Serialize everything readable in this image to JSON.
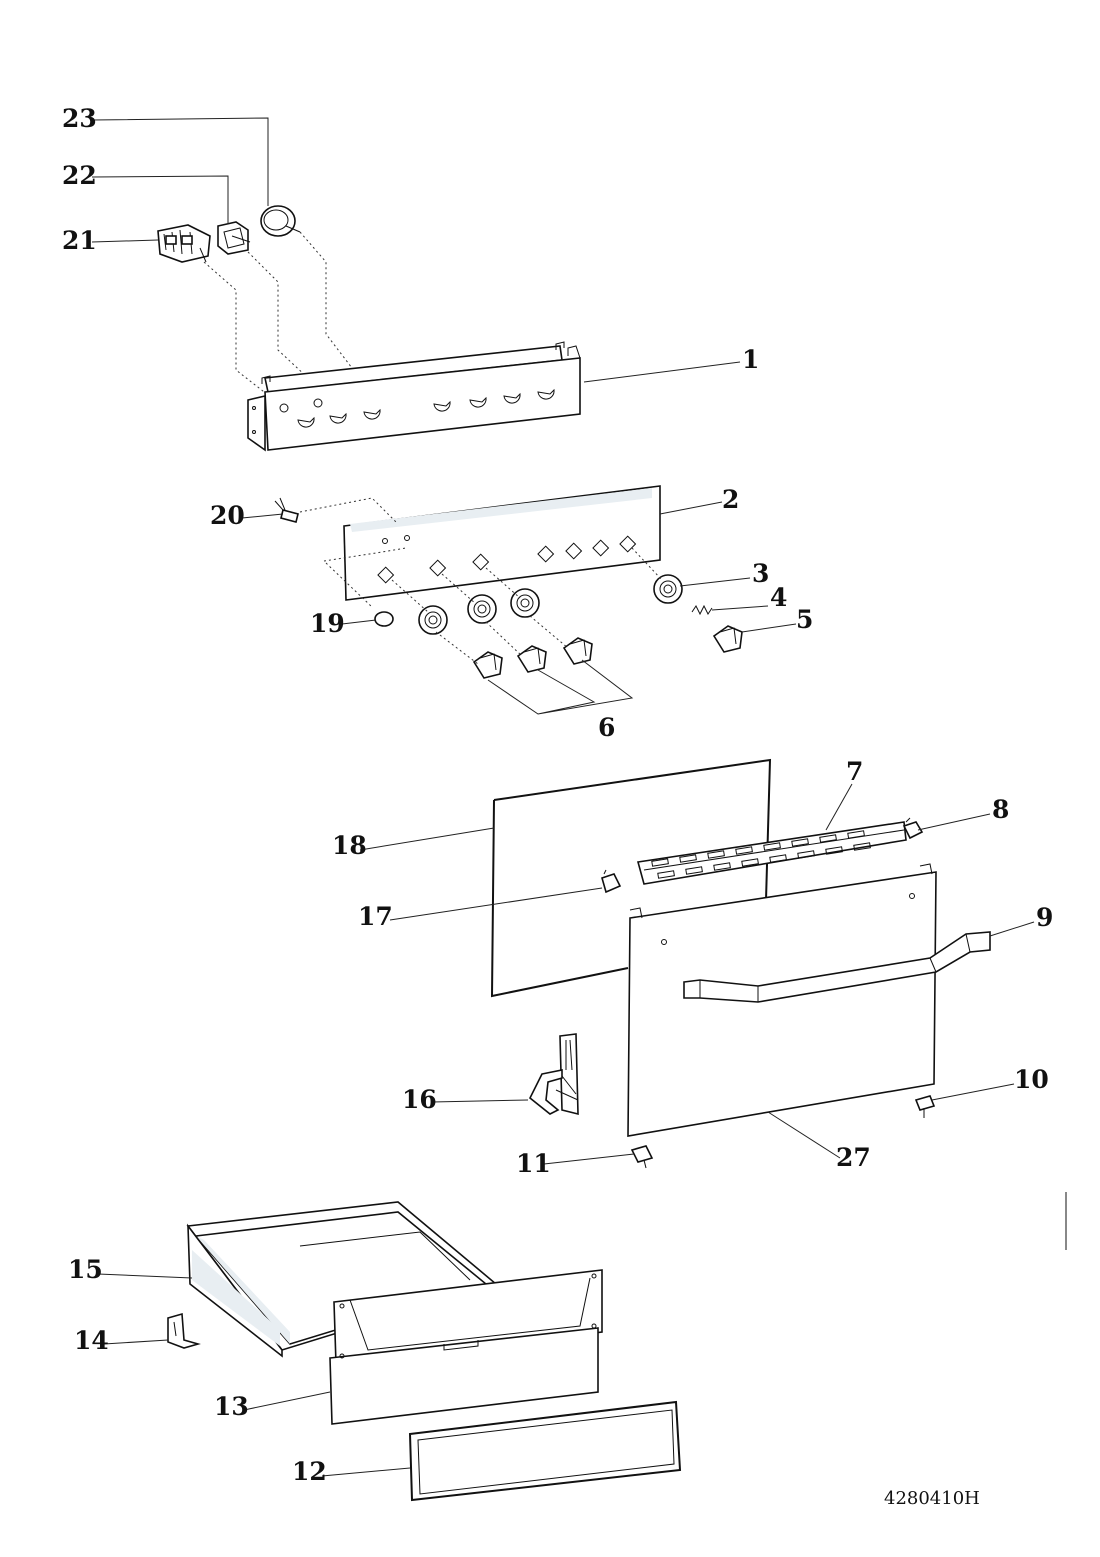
{
  "diagram": {
    "callouts": [
      {
        "id": "23",
        "label": "23"
      },
      {
        "id": "22",
        "label": "22"
      },
      {
        "id": "21",
        "label": "21"
      },
      {
        "id": "1",
        "label": "1"
      },
      {
        "id": "2",
        "label": "2"
      },
      {
        "id": "20",
        "label": "20"
      },
      {
        "id": "3",
        "label": "3"
      },
      {
        "id": "4",
        "label": "4"
      },
      {
        "id": "5",
        "label": "5"
      },
      {
        "id": "19",
        "label": "19"
      },
      {
        "id": "6",
        "label": "6"
      },
      {
        "id": "7",
        "label": "7"
      },
      {
        "id": "8",
        "label": "8"
      },
      {
        "id": "18",
        "label": "18"
      },
      {
        "id": "17",
        "label": "17"
      },
      {
        "id": "9",
        "label": "9"
      },
      {
        "id": "16",
        "label": "16"
      },
      {
        "id": "10",
        "label": "10"
      },
      {
        "id": "11",
        "label": "11"
      },
      {
        "id": "27",
        "label": "27"
      },
      {
        "id": "15",
        "label": "15"
      },
      {
        "id": "14",
        "label": "14"
      },
      {
        "id": "13",
        "label": "13"
      },
      {
        "id": "12",
        "label": "12"
      }
    ],
    "drawing_code": "4280410H"
  }
}
